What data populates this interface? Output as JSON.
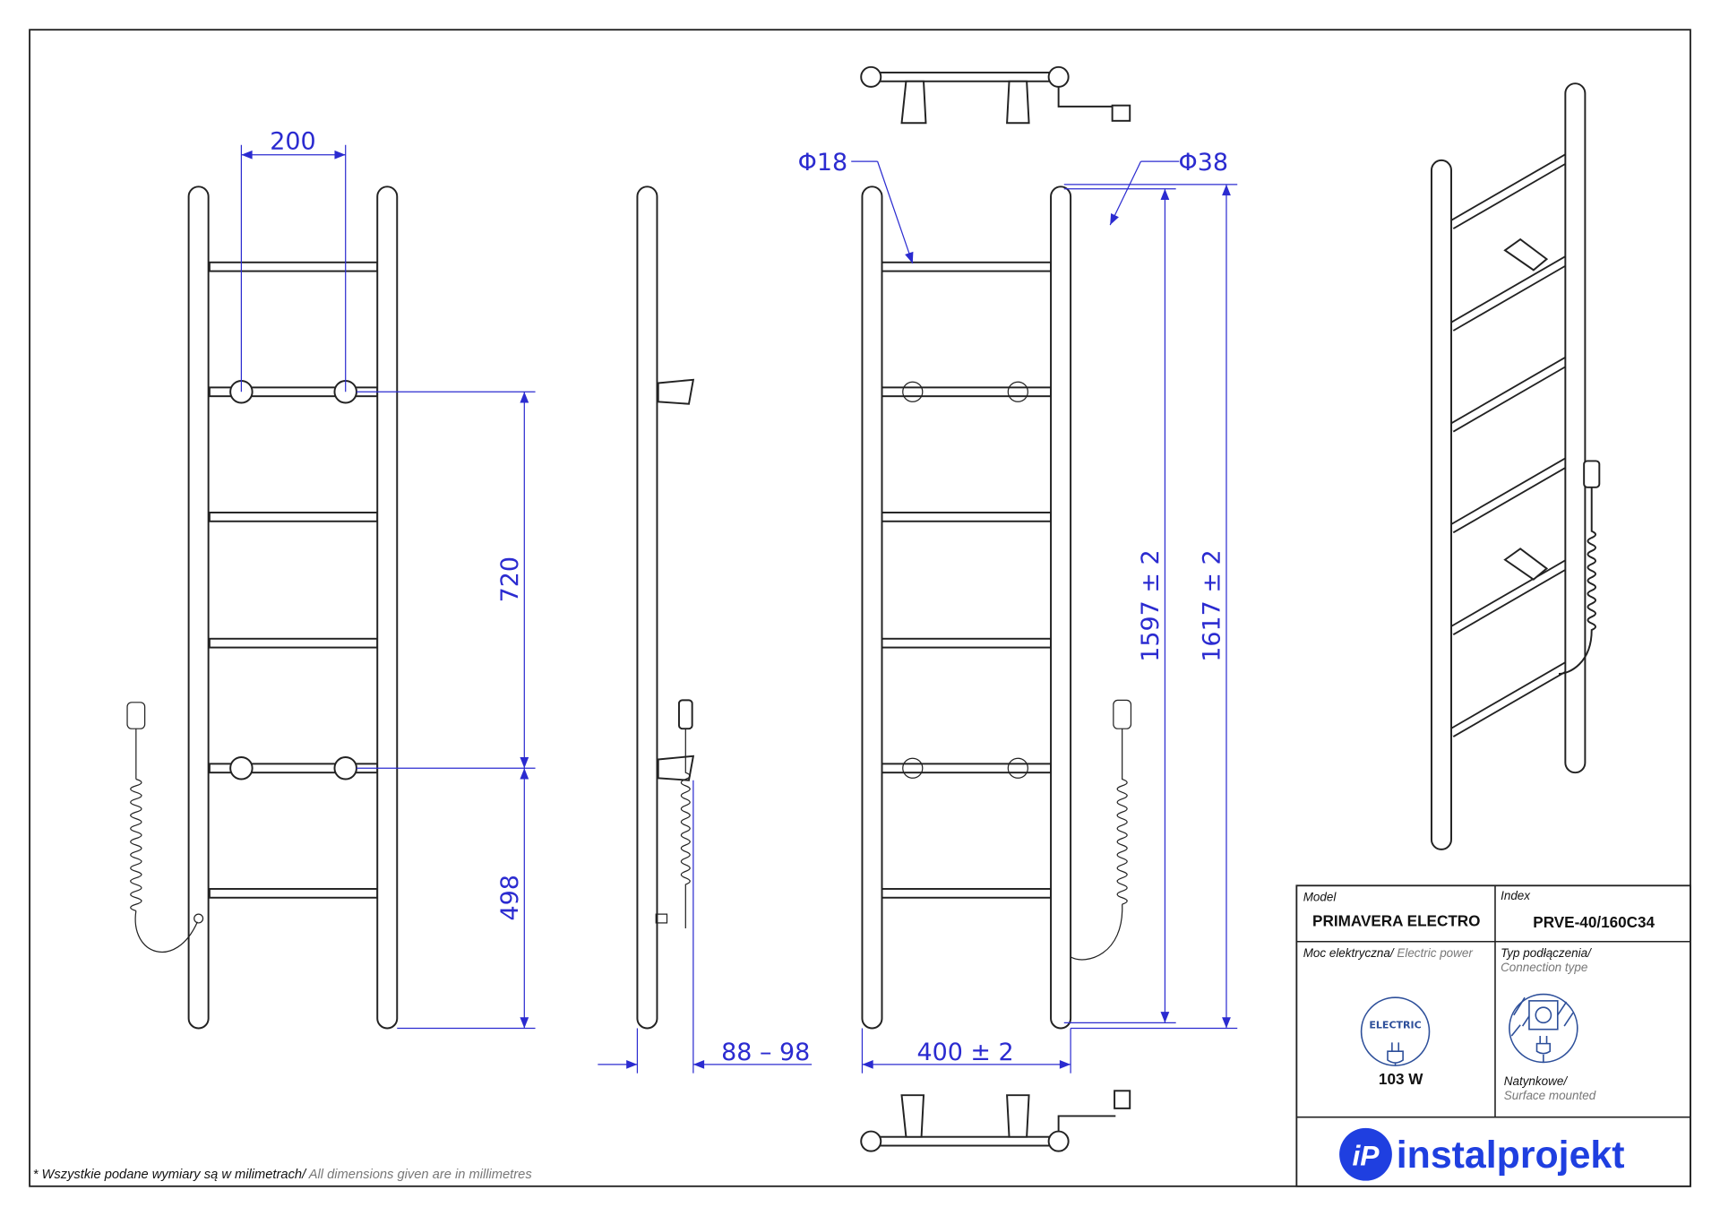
{
  "dimensions": {
    "rung_spacing": "200",
    "bracket_spacing": "720",
    "bottom_offset": "498",
    "wall_distance": "88 – 98",
    "width": "400 ± 2",
    "rung_diameter": "Φ18",
    "rail_diameter": "Φ38",
    "height_inner": "1597 ± 2",
    "height_total": "1617 ± 2"
  },
  "title_block": {
    "model_label": "Model",
    "model_value": "PRIMAVERA ELECTRO",
    "index_label": "Index",
    "index_value": "PRVE-40/160C34",
    "power_label_pl": "Moc elektryczna/",
    "power_label_en": " Electric power",
    "electric_badge": "ELECTRIC",
    "power_value": "103 W",
    "connection_label_pl": "Typ podłączenia/",
    "connection_label_en": "Connection type",
    "connection_value_pl": "Natynkowe/",
    "connection_value_en": "Surface mounted",
    "brand": "instalprojekt",
    "brand_mark": "iP"
  },
  "footnote": {
    "pl": "* Wszystkie podane wymiary są w milimetrach/",
    "en": " All dimensions given are in millimetres"
  },
  "colors": {
    "dimension": "#2b2bd0",
    "brand": "#1f3fe0",
    "icon": "#2d4f9a"
  }
}
